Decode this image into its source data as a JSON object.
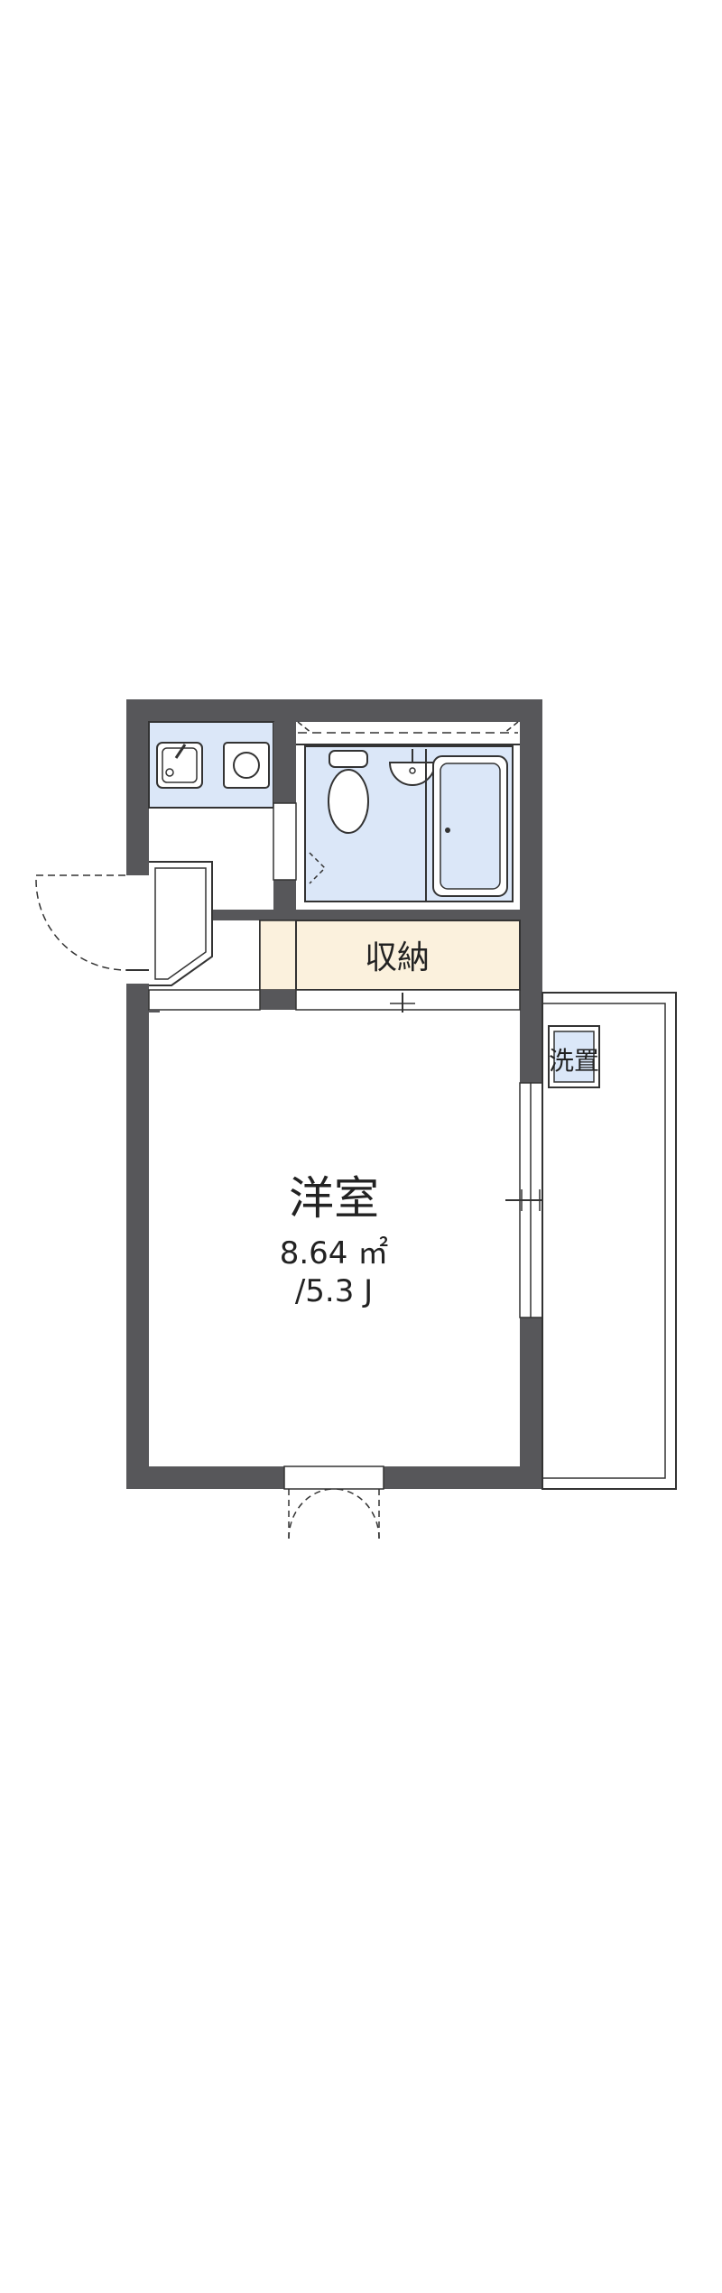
{
  "rooms": {
    "western_room": {
      "label": "洋室",
      "area_m2": "8.64 ㎡",
      "area_jo": "/5.3 J"
    },
    "storage": {
      "label": "収納"
    },
    "washer_space": {
      "label": "洗置"
    }
  },
  "colors": {
    "wall": "#57575a",
    "wet_area": "#dbe7f8",
    "storage_fill": "#fbf1dd",
    "line": "#333333"
  }
}
